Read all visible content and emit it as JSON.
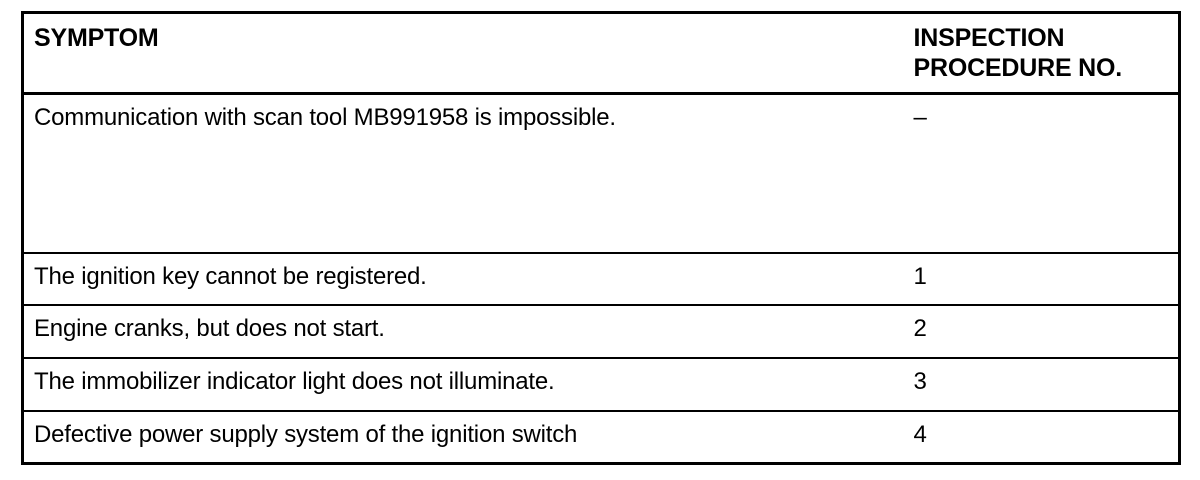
{
  "table": {
    "headers": {
      "symptom": "SYMPTOM",
      "procedure_no": "INSPECTION\nPROCEDURE NO."
    },
    "rows": [
      {
        "symptom": "Communication with scan tool MB991958 is impossible.",
        "procedure_no": "–"
      },
      {
        "symptom": "The ignition key cannot be registered.",
        "procedure_no": "1"
      },
      {
        "symptom": "Engine cranks, but does not start.",
        "procedure_no": "2"
      },
      {
        "symptom": "The immobilizer indicator light does not illuminate.",
        "procedure_no": "3"
      },
      {
        "symptom": "Defective power supply system of the ignition switch",
        "procedure_no": "4"
      }
    ]
  },
  "colors": {
    "border": "#000000",
    "text": "#000000",
    "background": "#ffffff"
  }
}
